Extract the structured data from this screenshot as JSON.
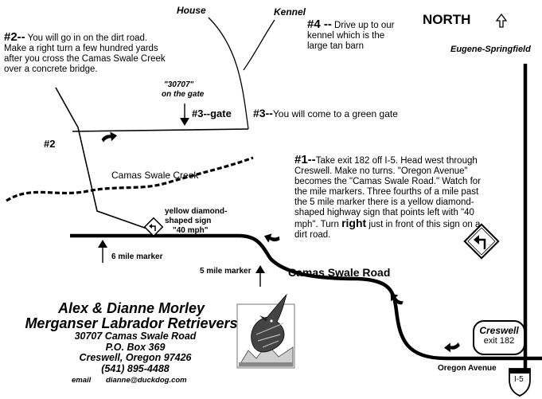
{
  "labels": {
    "house": "House",
    "kennel": "Kennel",
    "north": "NORTH",
    "eugene": "Eugene-Springfield",
    "step2_marker": "#2",
    "camas_creek": "Camas Swale Creek",
    "gate_code_1": "\"30707\"",
    "gate_code_2": "on the gate",
    "step3_gate": "#3--gate",
    "yellow_sign_1": "yellow diamond-",
    "yellow_sign_2": "shaped sign",
    "yellow_sign_3": "\"40 mph\"",
    "six_mile": "6 mile marker",
    "five_mile": "5 mile marker",
    "camas_road": "Camas Swale Road",
    "creswell": "Creswell",
    "exit_182": "exit 182",
    "oregon_avenue": "Oregon   Avenue",
    "i5": "I-5"
  },
  "directions": {
    "step1_num": "#1--",
    "step1_a": "Take exit 182 off I-5.  Head west through Creswell.  Make no turns.  \"Oregon Avenue\" becomes the \"Camas Swale Road.\"  Watch for the mile markers.  Three fourths of a mile past the 5 mile marker there is a yellow diamond-shaped highway  sign that points left with \"40 mph\".  Turn ",
    "step1_right": "right",
    "step1_b": " just in front of this sign on a dirt road.",
    "step2_num": "#2--",
    "step2_text": " You will go in on the dirt road. Make a right turn a few hundred yards after you cross the Camas Swale Creek over a concrete bridge.",
    "step3_num": "#3--",
    "step3_text": "You will come to a  green gate",
    "step4_num": "#4 --",
    "step4_text": " Drive up to our kennel which is the large tan barn"
  },
  "contact": {
    "name": "Alex & Dianne Morley",
    "business": "Merganser Labrador Retrievers",
    "address": "30707 Camas Swale Road",
    "pobox": "P.O. Box 369",
    "city": "Creswell, Oregon  97426",
    "phone": "(541) 895-4488",
    "email_label": "email",
    "email": "dianne@duckdog.com"
  },
  "icons": [
    "north-arrow-icon",
    "left-turn-sign-icon",
    "direction-arrow-icon",
    "up-arrow-icon",
    "interstate-shield-icon",
    "duck-logo-icon"
  ]
}
